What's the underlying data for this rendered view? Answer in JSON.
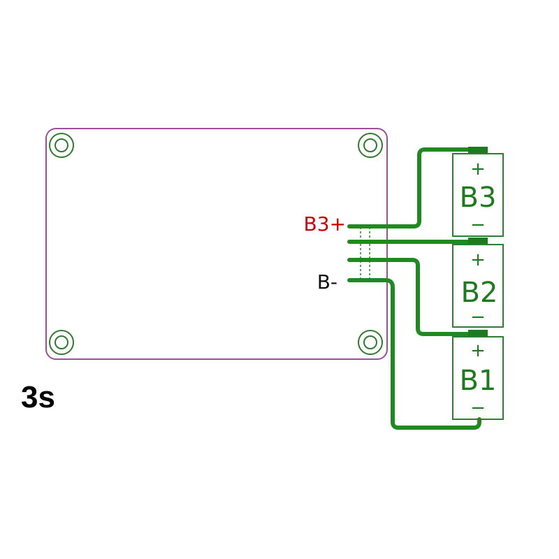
{
  "colors": {
    "board_outline": "#9b4f9b",
    "hole_ring": "#2f7a2f",
    "wire": "#1f8a1f",
    "cell_outline": "#2e7d32",
    "cell_text": "#1f7a1f",
    "b3plus_label": "#cc0000",
    "bminus_label": "#111111",
    "config_label": "#000000"
  },
  "board": {
    "mounting_holes": [
      "top-left",
      "top-right",
      "bottom-left",
      "bottom-right"
    ]
  },
  "terminals": {
    "b3plus": "B3+",
    "bminus": "B-"
  },
  "cells": [
    {
      "name": "B3",
      "plus": "+",
      "minus": "−"
    },
    {
      "name": "B2",
      "plus": "+",
      "minus": "−"
    },
    {
      "name": "B1",
      "plus": "+",
      "minus": "−"
    }
  ],
  "config_label": "3s"
}
